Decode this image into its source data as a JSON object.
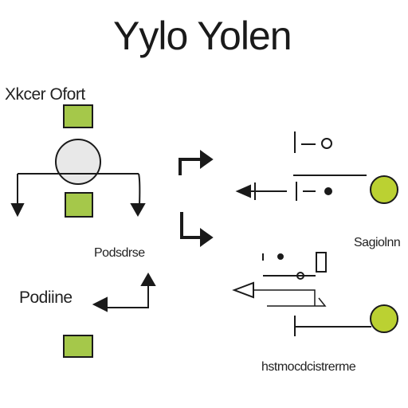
{
  "title": "Yylo Yolen",
  "labels": {
    "top_left": "Xkcer Ofort",
    "mid_left": "Podsdrse",
    "left_lower": "Podiine",
    "right_mid": "Sagiolnn",
    "bottom_right": "hstmocdcistrerme"
  },
  "colors": {
    "square_fill": "#a5c84a",
    "circle_fill": "#bbd132",
    "node_circle_fill": "#e8e8e8",
    "stroke": "#1a1a1a"
  }
}
